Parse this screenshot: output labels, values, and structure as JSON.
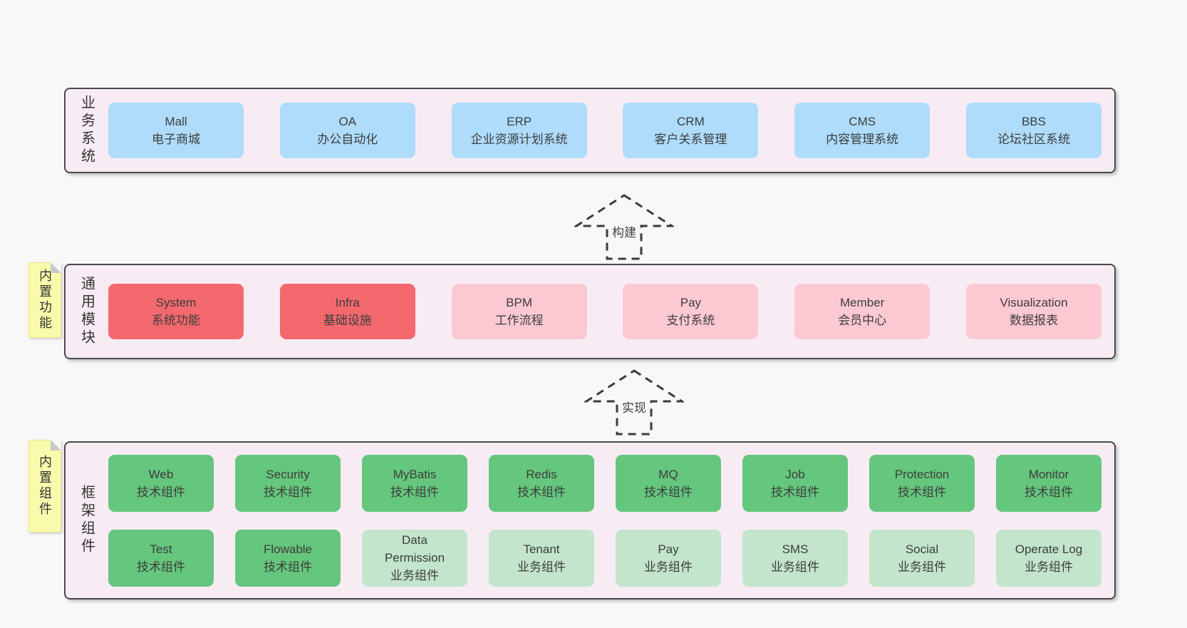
{
  "colors": {
    "page_bg": "#f8f8f8",
    "layer_bg": "#f7ecf4",
    "layer_border": "#4a4a4a",
    "business_box": "#aedcfa",
    "core_module_box": "#f4696e",
    "optional_module_box": "#fcc9d3",
    "tech_component_box": "#65c67d",
    "biz_component_box": "#c2e5cc",
    "note_bg": "#fafaad",
    "note_fold": "#c9c9c9",
    "text": "#3d3d3d"
  },
  "arrows": [
    {
      "label": "构建"
    },
    {
      "label": "实现"
    }
  ],
  "layers": [
    {
      "label": "业务系统",
      "rows": [
        [
          {
            "name": "Mall",
            "desc": "电子商城",
            "variant": "blue"
          },
          {
            "name": "OA",
            "desc": "办公自动化",
            "variant": "blue"
          },
          {
            "name": "ERP",
            "desc": "企业资源计划系统",
            "variant": "blue"
          },
          {
            "name": "CRM",
            "desc": "客户关系管理",
            "variant": "blue"
          },
          {
            "name": "CMS",
            "desc": "内容管理系统",
            "variant": "blue"
          },
          {
            "name": "BBS",
            "desc": "论坛社区系统",
            "variant": "blue"
          }
        ]
      ]
    },
    {
      "label": "通用模块",
      "note": "内置功能",
      "rows": [
        [
          {
            "name": "System",
            "desc": "系统功能",
            "variant": "red"
          },
          {
            "name": "Infra",
            "desc": "基础设施",
            "variant": "red"
          },
          {
            "name": "BPM",
            "desc": "工作流程",
            "variant": "pink"
          },
          {
            "name": "Pay",
            "desc": "支付系统",
            "variant": "pink"
          },
          {
            "name": "Member",
            "desc": "会员中心",
            "variant": "pink"
          },
          {
            "name": "Visualization",
            "desc": "数据报表",
            "variant": "pink"
          }
        ]
      ]
    },
    {
      "label": "框架组件",
      "note": "内置组件",
      "rows": [
        [
          {
            "name": "Web",
            "desc": "技术组件",
            "variant": "green"
          },
          {
            "name": "Security",
            "desc": "技术组件",
            "variant": "green"
          },
          {
            "name": "MyBatis",
            "desc": "技术组件",
            "variant": "green"
          },
          {
            "name": "Redis",
            "desc": "技术组件",
            "variant": "green"
          },
          {
            "name": "MQ",
            "desc": "技术组件",
            "variant": "green"
          },
          {
            "name": "Job",
            "desc": "技术组件",
            "variant": "green"
          },
          {
            "name": "Protection",
            "desc": "技术组件",
            "variant": "green"
          },
          {
            "name": "Monitor",
            "desc": "技术组件",
            "variant": "green"
          }
        ],
        [
          {
            "name": "Test",
            "desc": "技术组件",
            "variant": "green"
          },
          {
            "name": "Flowable",
            "desc": "技术组件",
            "variant": "green"
          },
          {
            "name": "Data Permission",
            "desc": "业务组件",
            "variant": "lightgreen"
          },
          {
            "name": "Tenant",
            "desc": "业务组件",
            "variant": "lightgreen"
          },
          {
            "name": "Pay",
            "desc": "业务组件",
            "variant": "lightgreen"
          },
          {
            "name": "SMS",
            "desc": "业务组件",
            "variant": "lightgreen"
          },
          {
            "name": "Social",
            "desc": "业务组件",
            "variant": "lightgreen"
          },
          {
            "name": "Operate Log",
            "desc": "业务组件",
            "variant": "lightgreen"
          }
        ]
      ]
    }
  ]
}
